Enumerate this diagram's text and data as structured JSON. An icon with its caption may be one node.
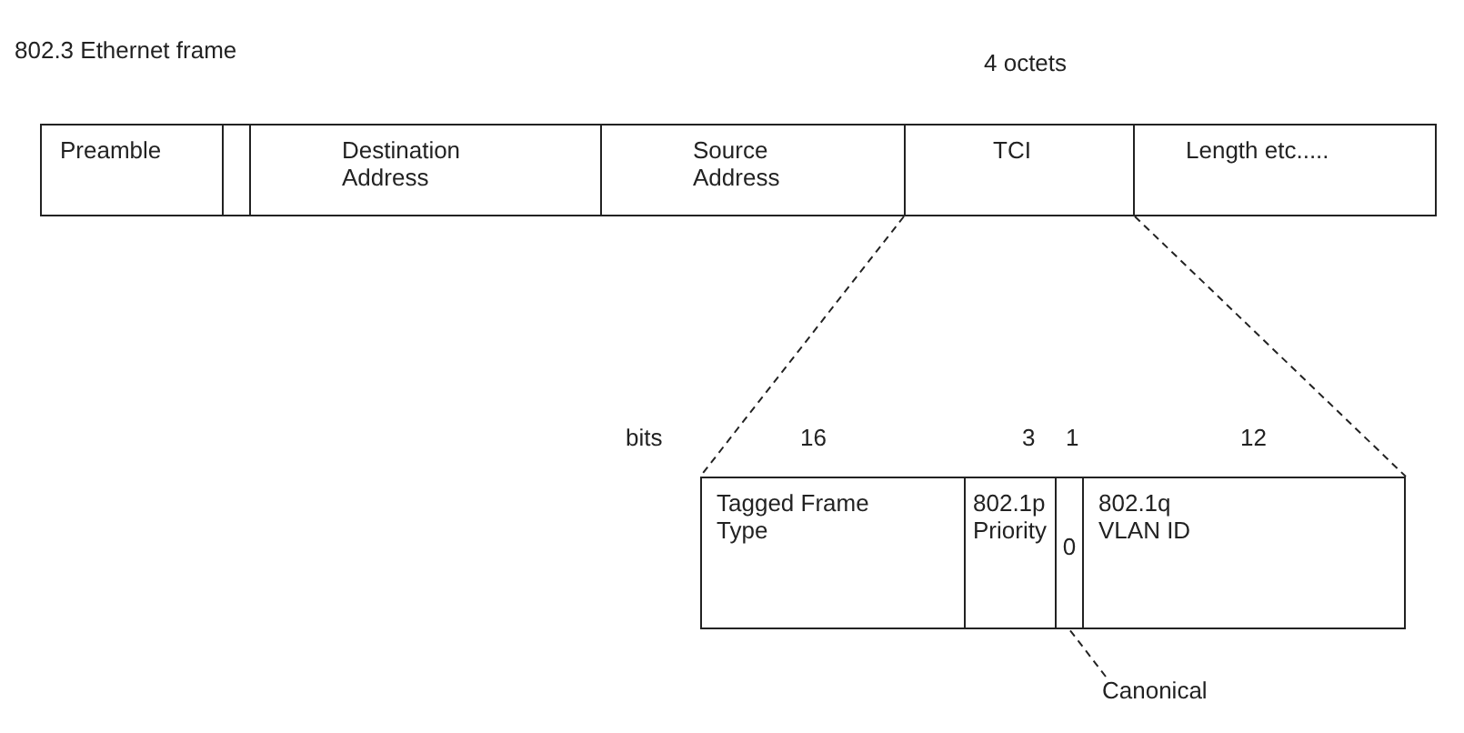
{
  "diagram": {
    "title": "802.3 Ethernet frame",
    "nodes": [
      {
        "text": [
          "Preamble"
        ]
      },
      {
        "text": [],
        "shape": "box"
      },
      {
        "text": [
          "Destination Address"
        ]
      },
      {
        "text": [
          "Source Address"
        ]
      },
      {
        "text": [
          "TCI"
        ]
      },
      {
        "text": [
          "Length etc....."
        ]
      },
      {
        "text": [
          "Tagged Frame Type"
        ]
      },
      {
        "text": [
          "802.1p Priority"
        ]
      },
      {
        "text": [
          "0"
        ]
      },
      {
        "text": [
          "802.1q VLAN ID"
        ]
      },
      {
        "text": [
          "Canonical"
        ]
      }
    ],
    "edges": [
      {
        "from": 4,
        "to": 6,
        "arrow": "none",
        "style": "dashed"
      },
      {
        "from": 4,
        "to": 9,
        "arrow": "none",
        "style": "dashed"
      },
      {
        "from": 10,
        "to": 8,
        "arrow": "none",
        "style": "dashed"
      }
    ],
    "labels": [
      "4 octets",
      "bits",
      "16",
      "3",
      "1",
      "12"
    ]
  }
}
